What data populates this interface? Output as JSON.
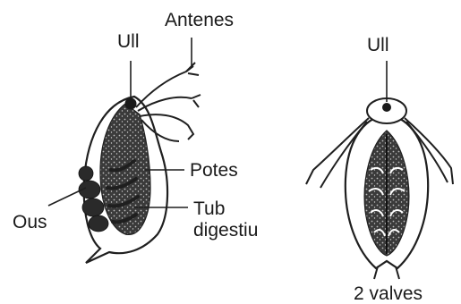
{
  "labels": {
    "ull_left": "Ull",
    "antenes": "Antenes",
    "potes": "Potes",
    "ous": "Ous",
    "tub_line1": "Tub",
    "tub_line2": "digestiu",
    "ull_right": "Ull",
    "valves": "2 valves"
  }
}
